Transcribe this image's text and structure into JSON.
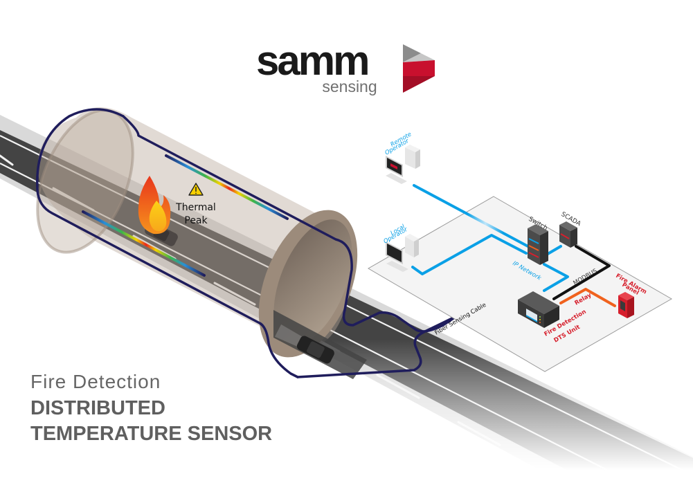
{
  "logo": {
    "wordmark": "samm",
    "tagline": "sensing",
    "colors": {
      "wordmark": "#1a1a1a",
      "tagline": "#707070",
      "chevron_gray_dark": "#8c8c8c",
      "chevron_gray_light": "#c6c6c6",
      "chevron_red": "#c8102e",
      "chevron_red_dark": "#a30e26"
    }
  },
  "headline": {
    "subtitle": "Fire Detection",
    "line1": "DISTRIBUTED",
    "line2": "TEMPERATURE SENSOR"
  },
  "tunnel": {
    "alert_icon": "warning-triangle-icon",
    "alert_label_line1": "Thermal",
    "alert_label_line2": "Peak",
    "fire_icon": "flame-icon"
  },
  "network": {
    "remote_operator_line1": "Remote",
    "remote_operator_line2": "Operator",
    "local_operator_line1": "Local",
    "local_operator_line2": "Operator",
    "switch_label": "Switch",
    "scada_label": "SCADA",
    "ip_network_label": "IP Network",
    "modbus_label": "MODBUS",
    "relay_label": "Relay",
    "fire_alarm_line1": "Fire Alarm",
    "fire_alarm_line2": "Panel",
    "dts_line1": "Fire Detection",
    "dts_line2": "DTS Unit",
    "fiber_cable_label": "Fiber Sensing Cable"
  },
  "colors": {
    "fiber_cable": "#1f1d5c",
    "ip_network": "#0aa0e6",
    "modbus": "#111111",
    "relay": "#f0621e",
    "alarm_red": "#d61f2c",
    "road": "#444444",
    "road_shoulder": "#d8d8d8",
    "tunnel_tint": "#b8a898"
  }
}
